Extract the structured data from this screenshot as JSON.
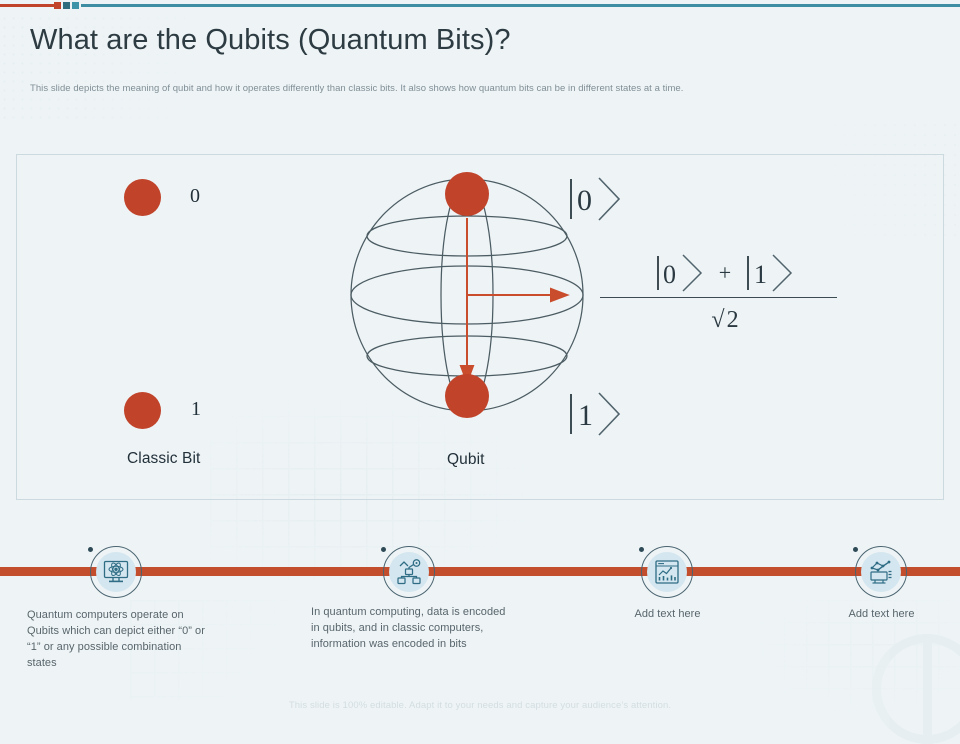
{
  "topbar": {
    "left_line_color": "#c0432a",
    "right_line_color": "#3d8ea3",
    "squares": [
      {
        "name": "square-orange",
        "color": "#c0432a"
      },
      {
        "name": "square-dark-teal",
        "color": "#2d6d7d"
      },
      {
        "name": "square-teal",
        "color": "#3d93a8"
      }
    ]
  },
  "header": {
    "title": "What are the Qubits (Quantum Bits)?",
    "subtitle": "This slide depicts the meaning of qubit and how it operates differently than classic bits. It also shows how quantum bits can be in different states at a time."
  },
  "diagram": {
    "classic_bit": {
      "caption": "Classic Bit",
      "states": [
        {
          "label": "0",
          "dot_color": "#c0432a"
        },
        {
          "label": "1",
          "dot_color": "#c0432a"
        }
      ]
    },
    "qubit": {
      "caption": "Qubit",
      "ket_top": "0",
      "ket_bottom": "1",
      "pole_color": "#c0432a",
      "arrow_color": "#c94d2c",
      "sphere_line_color": "#4c5c63"
    },
    "formula": {
      "numerator_left_ket": "0",
      "operator": "+",
      "numerator_right_ket": "1",
      "denominator": "2",
      "radical": "√"
    }
  },
  "timeline": {
    "bar_color": "#c34e2e",
    "nodes": [
      {
        "icon": "quantum-computer-icon",
        "caption": "Quantum computers operate on Qubits which can depict either “0” or “1” or any possible combination states"
      },
      {
        "icon": "data-network-icon",
        "caption": "In quantum computing, data is encoded in qubits, and in classic computers, information was encoded in bits"
      },
      {
        "icon": "dashboard-chart-icon",
        "caption": "Add text here"
      },
      {
        "icon": "network-computer-icon",
        "caption": "Add text here"
      }
    ]
  },
  "footer": {
    "note": "This slide is 100% editable. Adapt it to your needs and capture your audience’s attention."
  }
}
